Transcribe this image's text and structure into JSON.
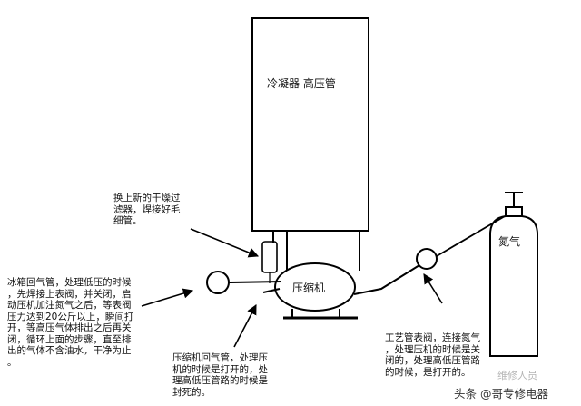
{
  "labels": {
    "condenser": "冷凝器 高压管",
    "compressor": "压缩机",
    "nitrogen": "氮气"
  },
  "notes": {
    "filter": "换上新的干燥过\n滤器，焊接好毛\n细管。",
    "fridge_return": "冰箱回气管，处理低压的时候\n，先焊接上表阀，并关闭，启\n动压机加注氮气之后，等表阀\n压力达到20公斤以上，瞬间打\n开，等高压气体排出之后再关\n闭，循环上面的步骤，直至排\n出的气体不含油水，干净为止\n。",
    "compressor_return": "压缩机回气管，处理压\n机的时候是打开的，处\n理高低压管路的时候是\n封死的。",
    "process_valve": "工艺管表阀，连接氮气\n，处理压机的时候是关\n闭的，处理高低压管路\n的时候，是打开的。"
  },
  "watermark": {
    "source": "头条 @哥专修电器",
    "faint": "维修人员"
  },
  "colors": {
    "line": "#000000",
    "background": "#ffffff"
  }
}
